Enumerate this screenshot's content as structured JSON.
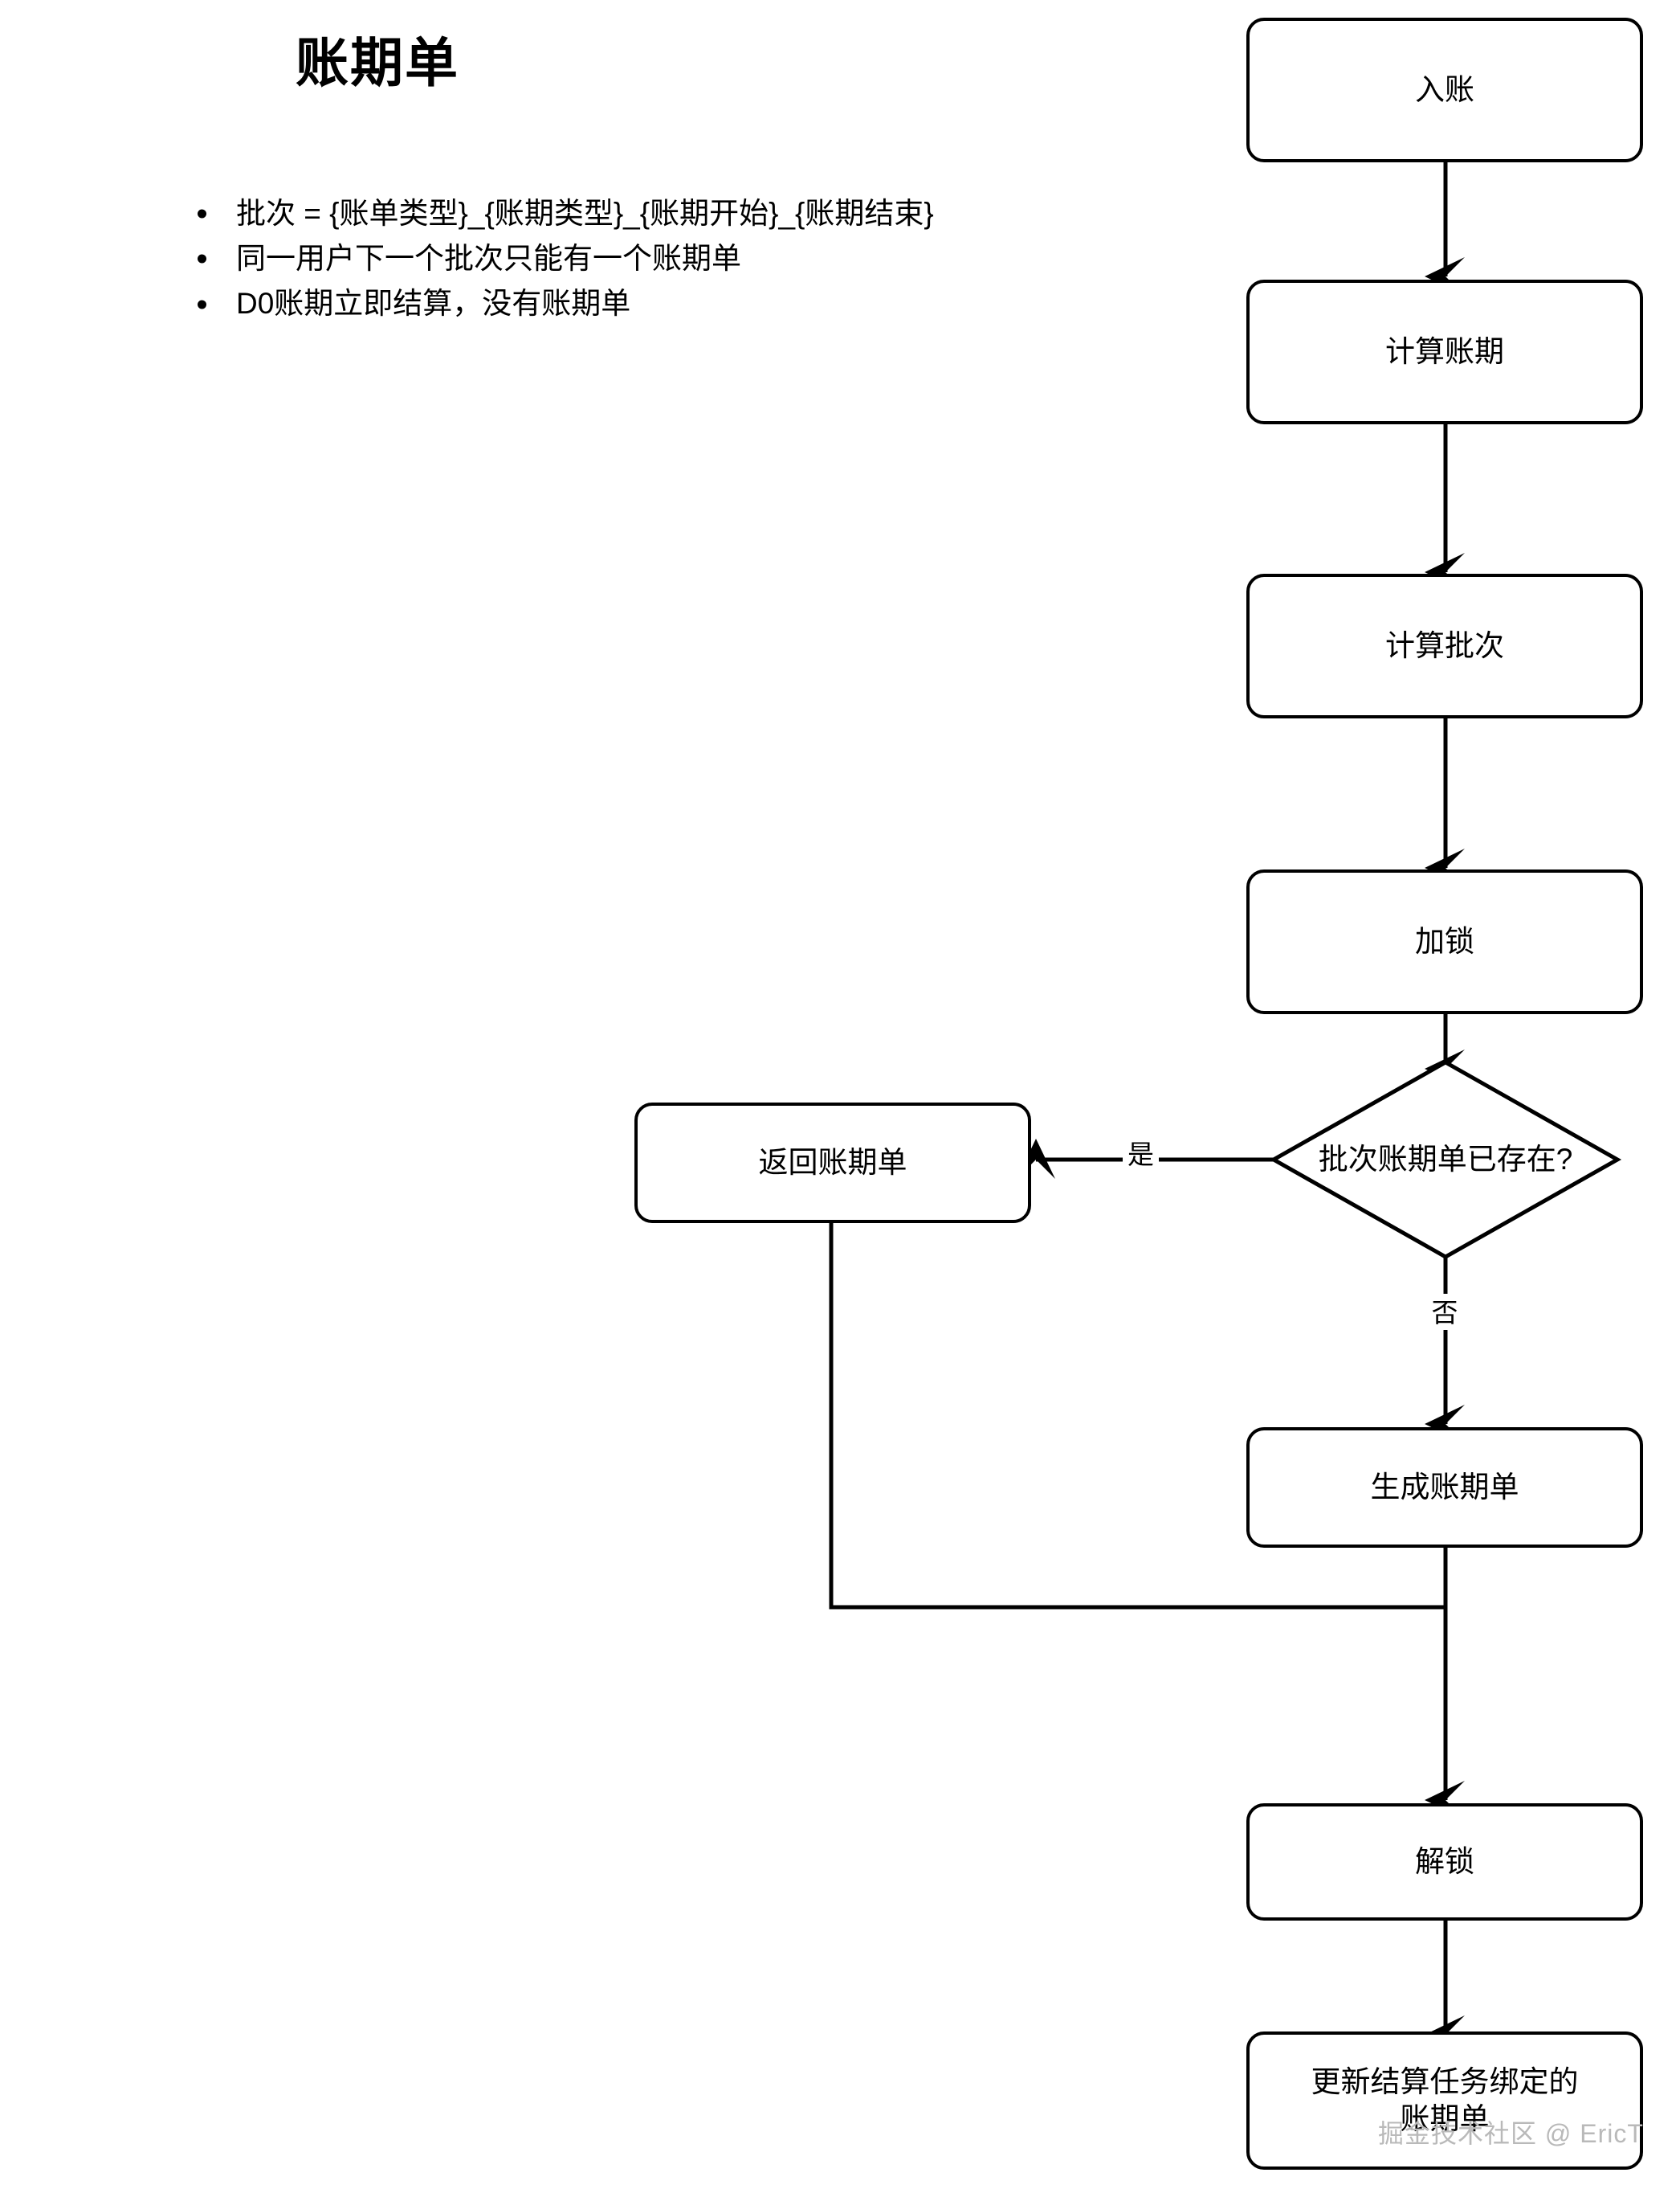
{
  "page": {
    "title": "账期单",
    "background_color": "#ffffff",
    "stroke_color": "#000000"
  },
  "notes": {
    "items": [
      {
        "text": "批次 = {账单类型}_{账期类型}_{账期开始}_{账期结束}"
      },
      {
        "text": "同一用户下一个批次只能有一个账期单"
      },
      {
        "text": "D0账期立即结算，没有账期单"
      }
    ]
  },
  "flowchart": {
    "type": "flowchart",
    "direction": "top-to-bottom",
    "nodes": [
      {
        "id": "n1",
        "label": "入账",
        "shape": "rounded-rect"
      },
      {
        "id": "n2",
        "label": "计算账期",
        "shape": "rounded-rect"
      },
      {
        "id": "n3",
        "label": "计算批次",
        "shape": "rounded-rect"
      },
      {
        "id": "n4",
        "label": "加锁",
        "shape": "rounded-rect"
      },
      {
        "id": "n5",
        "label": "批次账期单已存在?",
        "shape": "diamond"
      },
      {
        "id": "n6",
        "label": "返回账期单",
        "shape": "rounded-rect"
      },
      {
        "id": "n7",
        "label": "生成账期单",
        "shape": "rounded-rect"
      },
      {
        "id": "n8",
        "label": "解锁",
        "shape": "rounded-rect"
      },
      {
        "id": "n9",
        "label": "更新结算任务绑定的\n账期单",
        "line1": "更新结算任务绑定的",
        "line2": "账期单",
        "shape": "rounded-rect"
      }
    ],
    "edges": [
      {
        "from": "n1",
        "to": "n2",
        "label": ""
      },
      {
        "from": "n2",
        "to": "n3",
        "label": ""
      },
      {
        "from": "n3",
        "to": "n4",
        "label": ""
      },
      {
        "from": "n4",
        "to": "n5",
        "label": ""
      },
      {
        "from": "n5",
        "to": "n6",
        "label": "是"
      },
      {
        "from": "n5",
        "to": "n7",
        "label": "否"
      },
      {
        "from": "n6",
        "to": "n8",
        "label": ""
      },
      {
        "from": "n7",
        "to": "n8",
        "label": ""
      },
      {
        "from": "n8",
        "to": "n9",
        "label": ""
      }
    ],
    "edge_labels": {
      "yes": "是",
      "no": "否"
    }
  },
  "watermark": {
    "text": "掘金技术社区 @ EricT",
    "color": "#b9b9b9"
  }
}
